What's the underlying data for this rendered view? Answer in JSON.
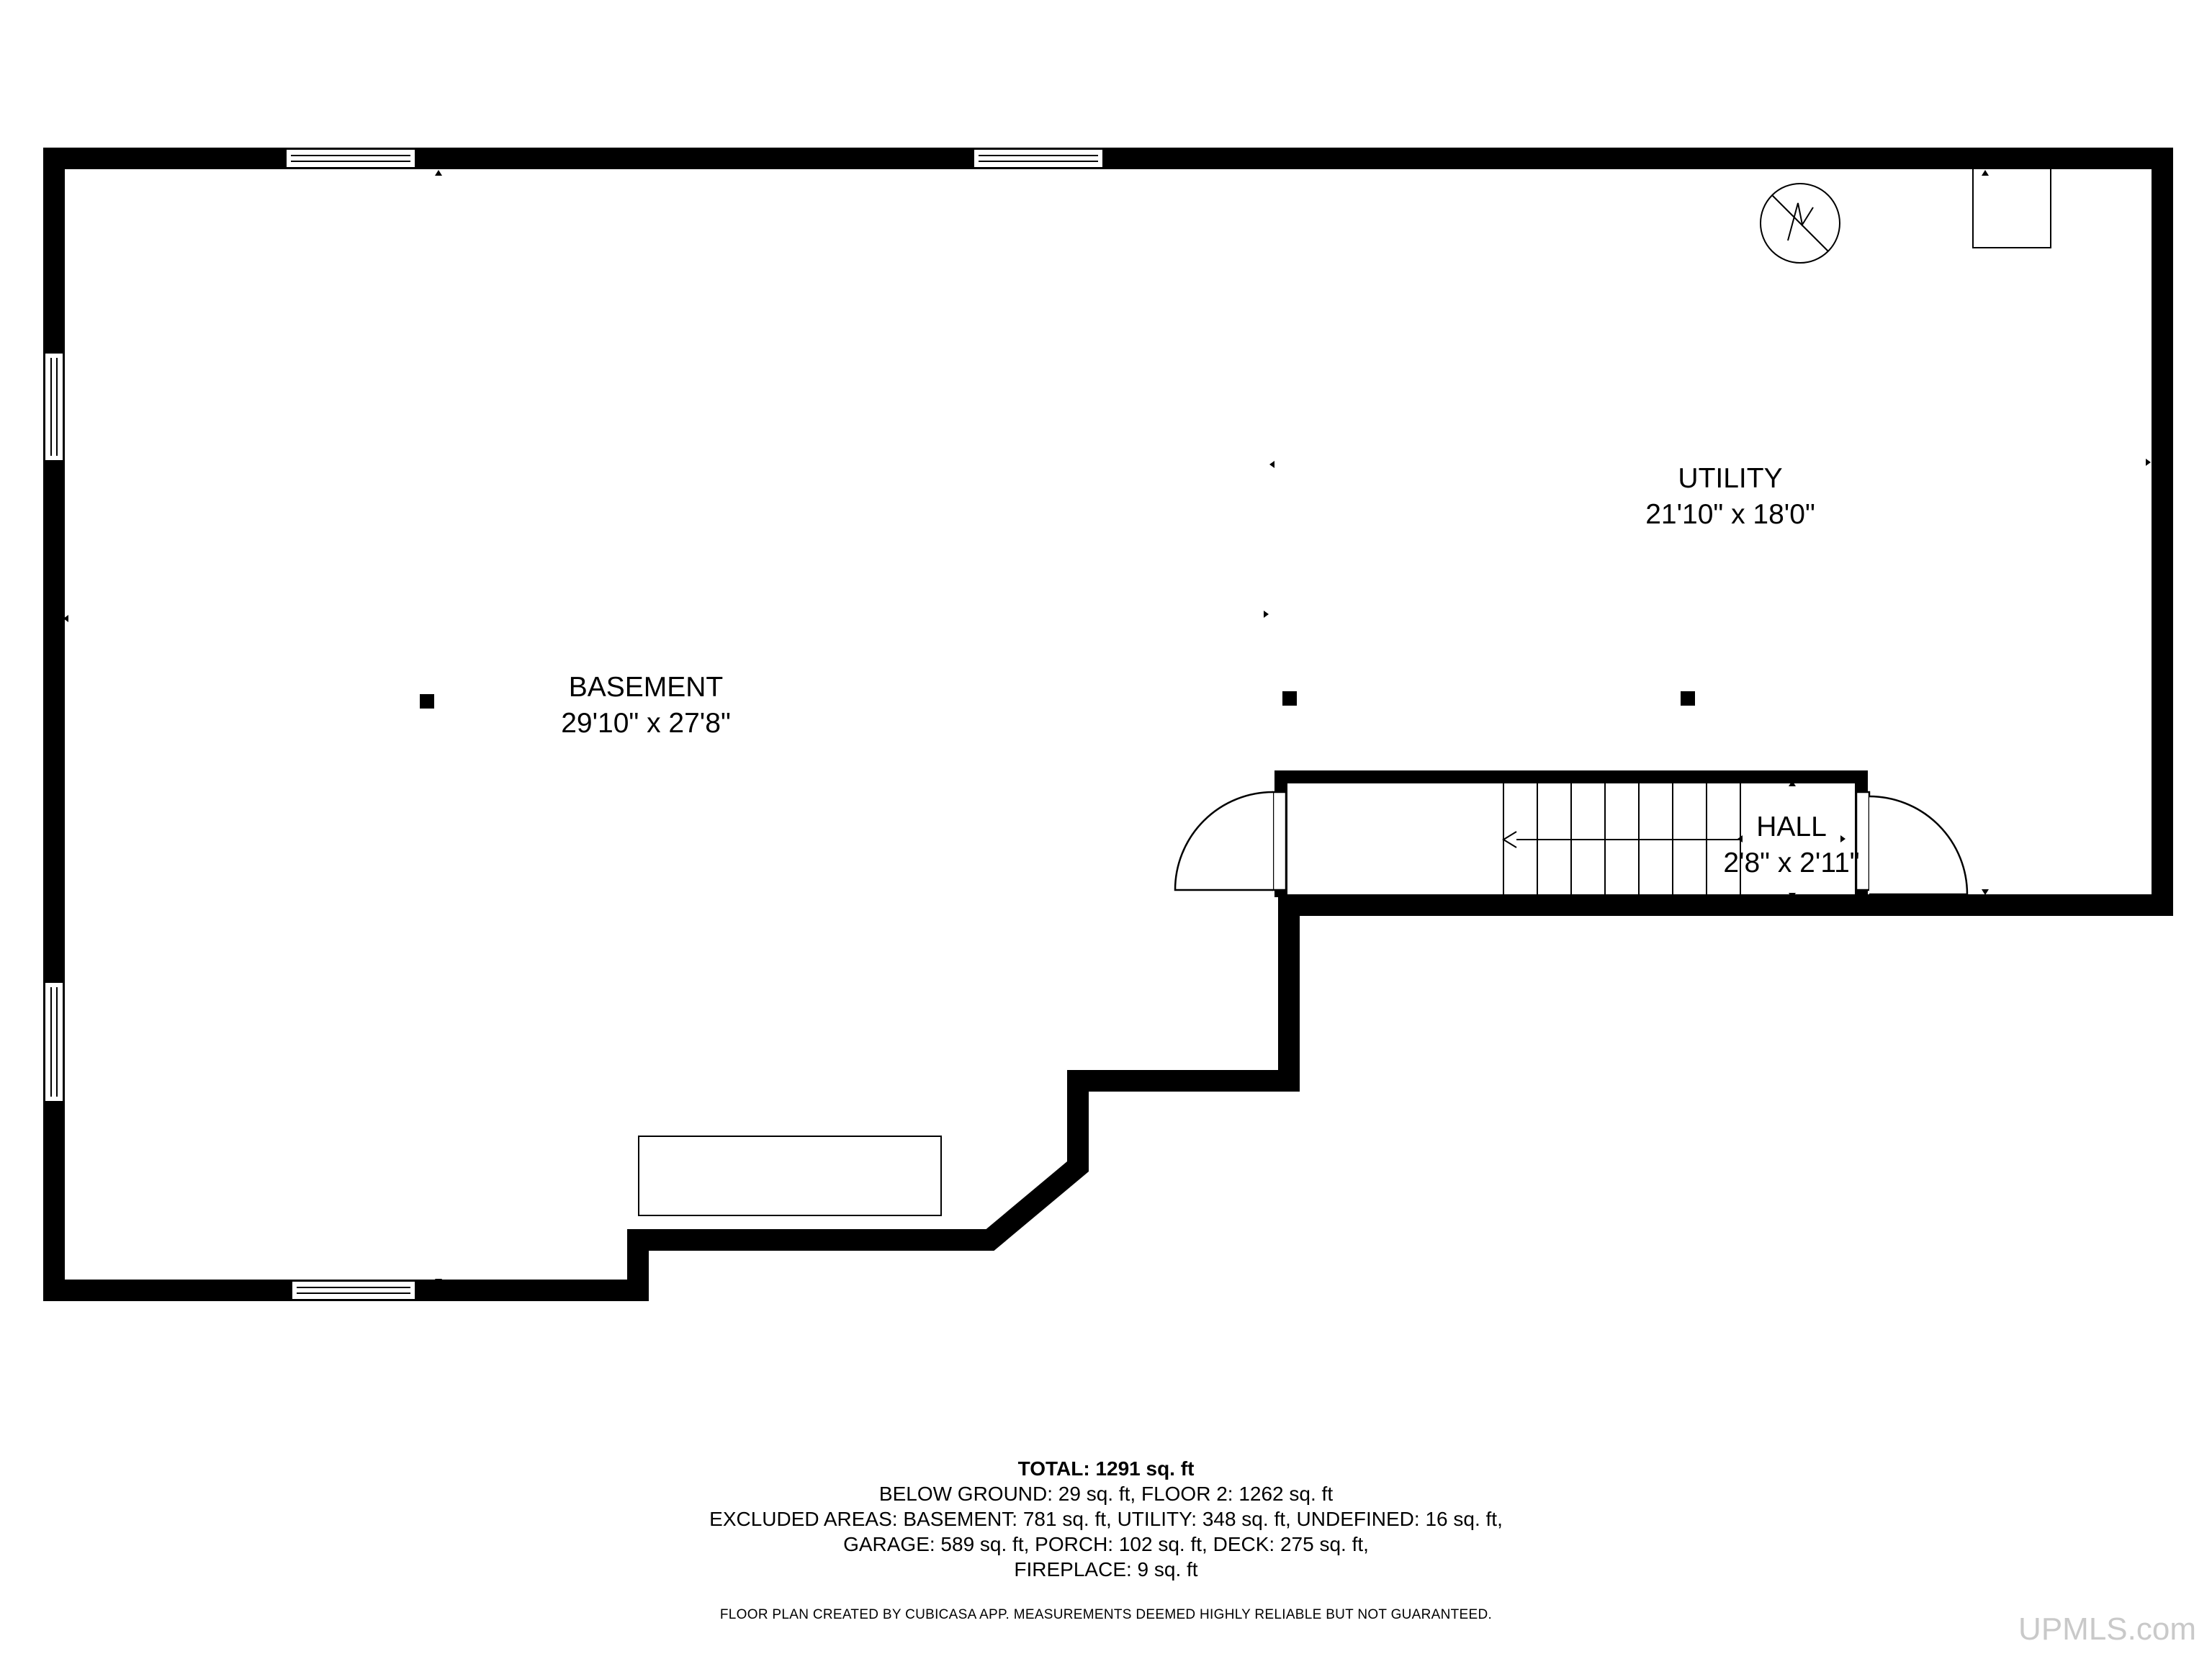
{
  "rooms": {
    "basement": {
      "name": "BASEMENT",
      "dims": "29'10\" x 27'8\""
    },
    "utility": {
      "name": "UTILITY",
      "dims": "21'10\" x 18'0\""
    },
    "hall": {
      "name": "HALL",
      "dims": "2'8\" x 2'11\""
    }
  },
  "summary": {
    "total_label": "TOTAL:",
    "total_value": "1291 sq. ft",
    "line1": "BELOW GROUND: 29 sq. ft, FLOOR 2: 1262 sq. ft",
    "line2": "EXCLUDED AREAS: BASEMENT: 781 sq. ft, UTILITY: 348 sq. ft, UNDEFINED: 16 sq. ft,",
    "line3": "GARAGE: 589 sq. ft, PORCH: 102 sq. ft, DECK: 275 sq. ft,",
    "line4": "FIREPLACE: 9 sq. ft"
  },
  "disclaimer": "FLOOR PLAN CREATED BY CUBICASA APP. MEASUREMENTS DEEMED HIGHLY RELIABLE BUT NOT GUARANTEED.",
  "watermark": "UPMLS.com",
  "colors": {
    "wall": "#000000",
    "background": "#ffffff",
    "watermark": "#c9c9c9"
  }
}
